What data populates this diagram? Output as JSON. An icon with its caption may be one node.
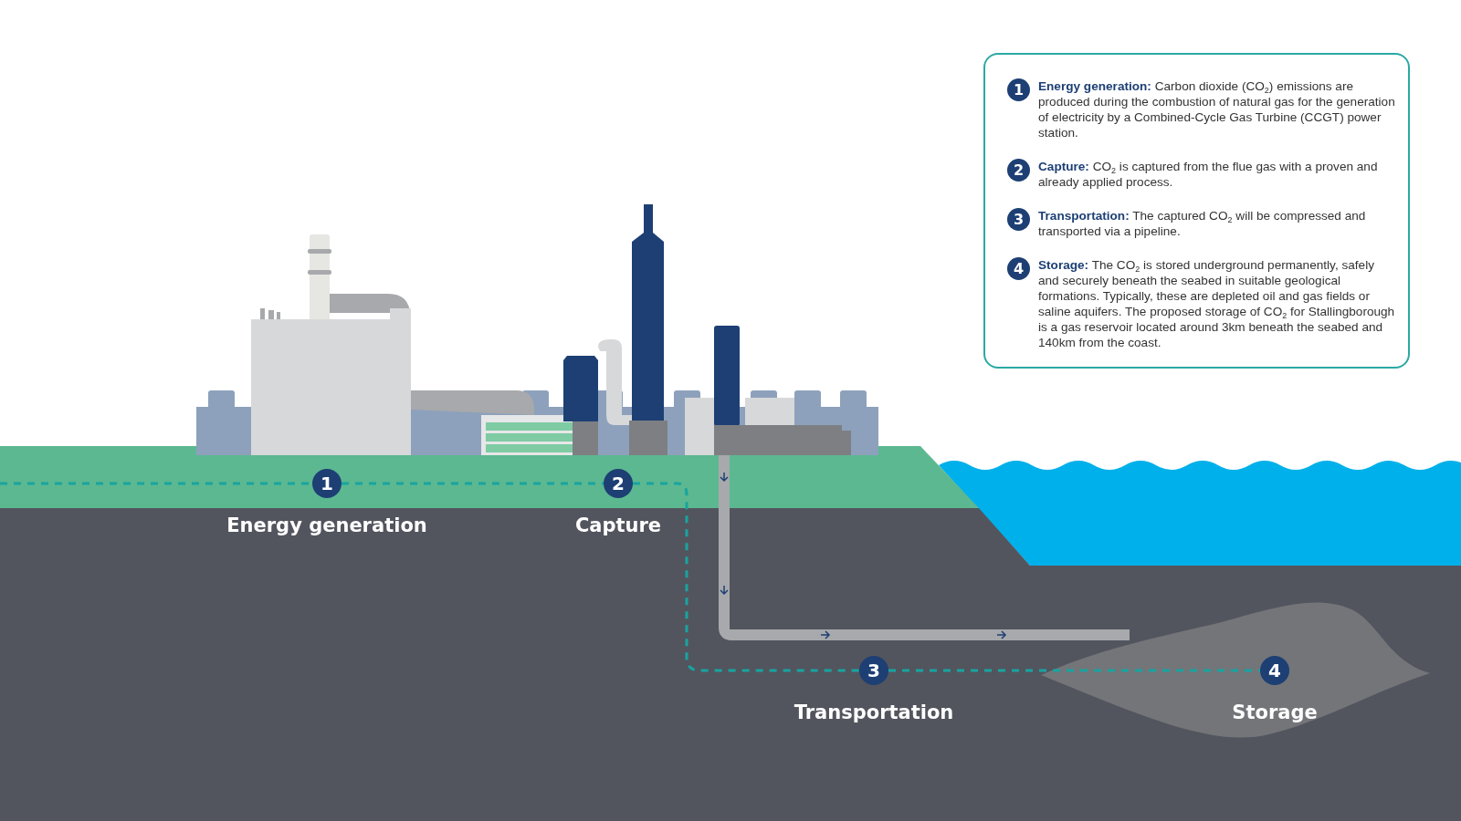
{
  "diagram": {
    "nodes": [
      {
        "text": [
          "1"
        ],
        "beside": [
          "Energy generation"
        ]
      },
      {
        "text": [
          "2"
        ],
        "beside": [
          "Capture"
        ]
      },
      {
        "text": [
          "3"
        ],
        "beside": [
          "Transportation"
        ]
      },
      {
        "text": [
          "4"
        ],
        "beside": [
          "Storage"
        ]
      },
      {
        "text": [],
        "shape": "box"
      },
      {
        "text": [
          "1"
        ],
        "beside": [
          "**Energy generation:** Carbon dioxide (CO$_{2}$) emissions are produced during the combustion of natural gas for the generation of electricity by a Combined-Cycle Gas Turbine (CCGT) power station."
        ],
        "in": 4
      },
      {
        "text": [
          "2"
        ],
        "beside": [
          "**Capture:** CO$_{2}$ is captured from the flue gas with a proven and already applied process."
        ],
        "in": 4
      },
      {
        "text": [
          "3"
        ],
        "beside": [
          "**Transportation:** The captured CO$_{2}$ will be compressed and transported via a pipeline."
        ],
        "in": 4
      },
      {
        "text": [
          "4"
        ],
        "beside": [
          "**Storage:** The CO$_{2}$ is stored underground permanently, safely and securely beneath the seabed in suitable geological formations. Typically, these are depleted oil and gas fields or saline aquifers. The proposed storage of CO$_{2}$ for Stallingborough is a gas reservoir located around 3km beneath the seabed and 140km from the coast."
        ],
        "in": 4
      }
    ],
    "edges": [
      {
        "from": null,
        "to": 0,
        "arrow": "none",
        "style": "dashed"
      },
      {
        "from": 0,
        "to": 1,
        "arrow": "none",
        "style": "dashed"
      },
      {
        "from": 1,
        "to": 2,
        "arrow": "none",
        "style": "dashed"
      },
      {
        "from": 2,
        "to": 3,
        "arrow": "none",
        "style": "dashed"
      }
    ]
  }
}
